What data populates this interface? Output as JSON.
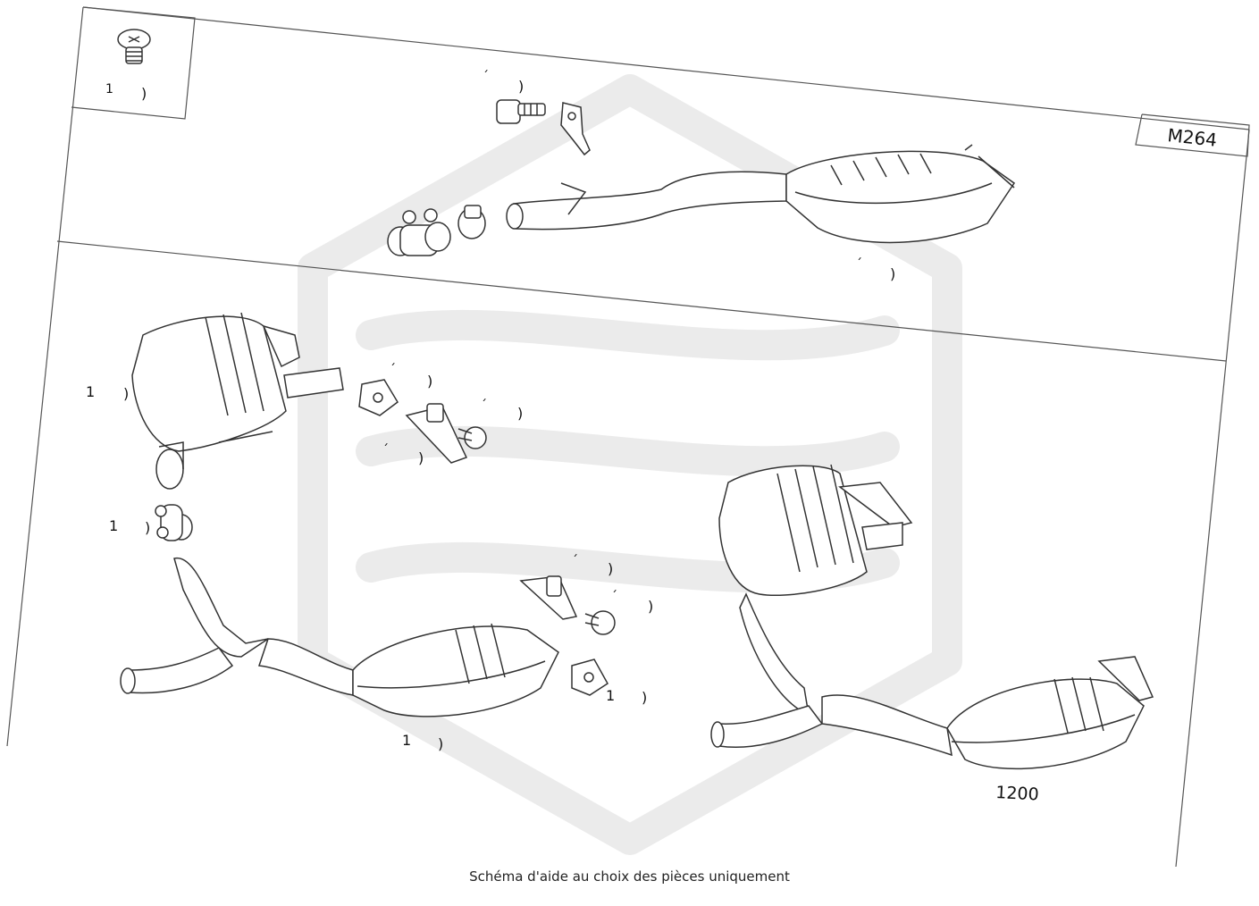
{
  "diagram": {
    "engine_code": "M264",
    "part_number": "1200",
    "caption": "Schéma d'aide au choix des pièces uniquement",
    "part_labels": {
      "screw_inset": "1",
      "bolt_top": "",
      "center_muffler_top": "",
      "rear_muffler_left": "1",
      "clamp_left": "1",
      "bracket_mid_1": "",
      "bracket_mid_2": "",
      "bracket_mid_3": "",
      "bracket_low_1": "",
      "bracket_low_2": "",
      "bracket_low_3": "1",
      "center_muffler_low": "1"
    },
    "colors": {
      "line": "#333333",
      "watermark": "#ebebeb"
    }
  }
}
